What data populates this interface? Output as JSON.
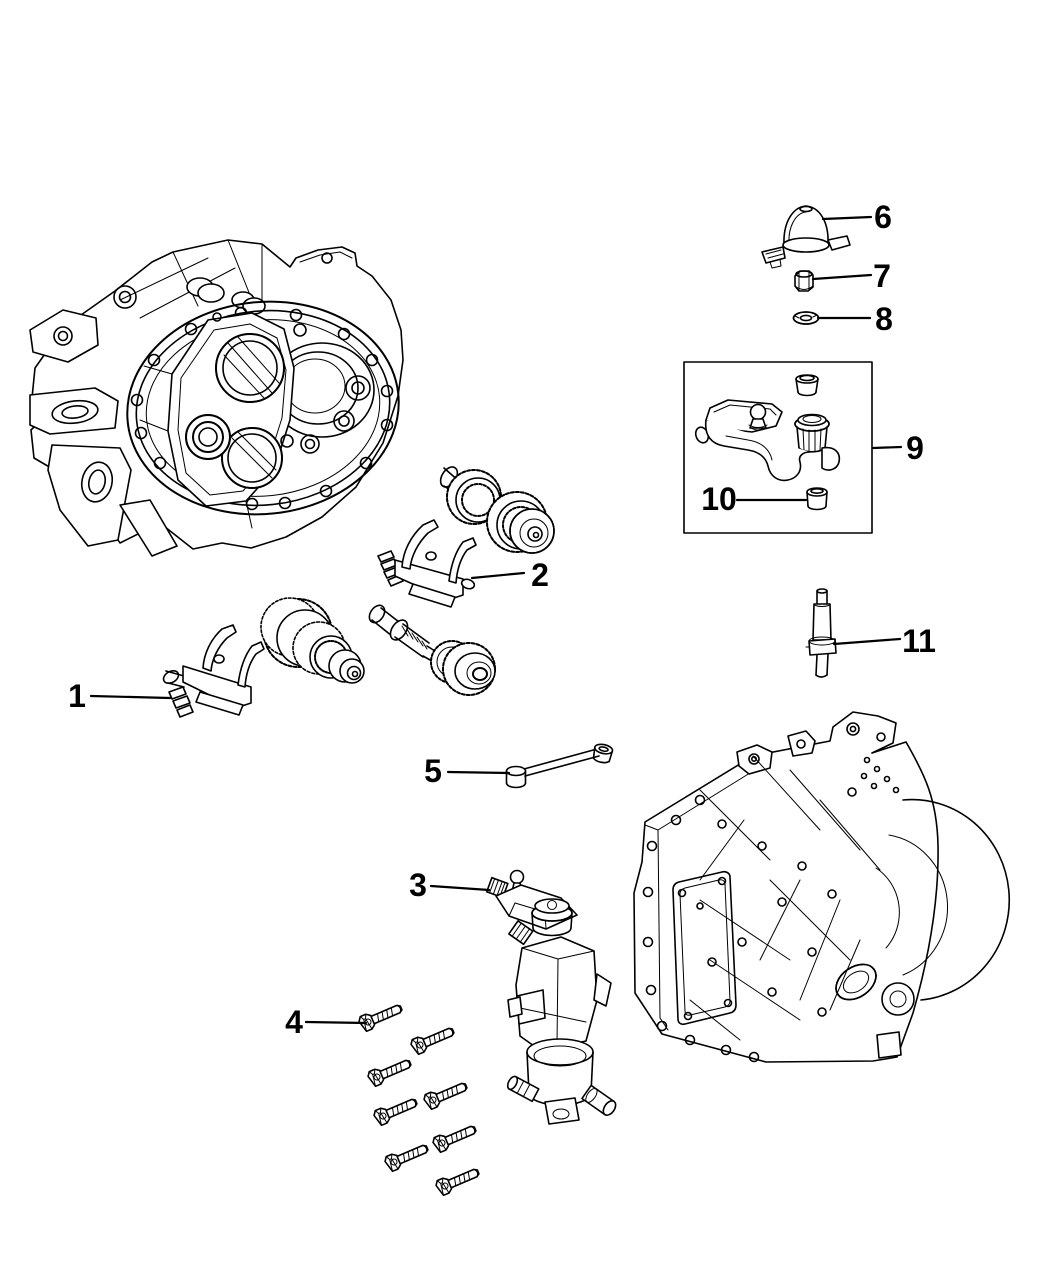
{
  "diagram": {
    "background_color": "#ffffff",
    "line_color": "#000000"
  },
  "callouts": [
    {
      "label": "1"
    },
    {
      "label": "2"
    },
    {
      "label": "3"
    },
    {
      "label": "4"
    },
    {
      "label": "5"
    },
    {
      "label": "6"
    },
    {
      "label": "7"
    },
    {
      "label": "8"
    },
    {
      "label": "9"
    },
    {
      "label": "10"
    },
    {
      "label": "11"
    }
  ]
}
